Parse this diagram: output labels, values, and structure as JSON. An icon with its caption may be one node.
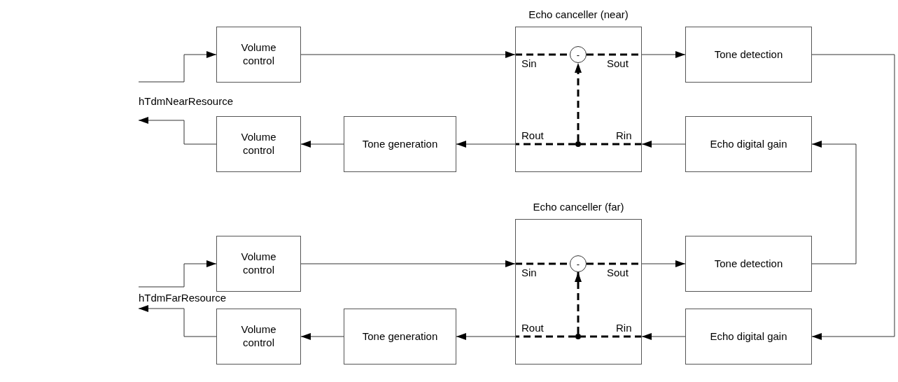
{
  "diagram": {
    "nodes": [
      {
        "text": [
          "hTdmNearResource"
        ]
      },
      {
        "text": [
          "Volume control"
        ]
      },
      {
        "text": [
          "Echo canceller (near)",
          "Sin",
          "Sout",
          "Rout",
          "Rin"
        ]
      },
      {
        "text": [
          "-"
        ],
        "in": 2
      },
      {
        "text": [],
        "shape": "circle",
        "in": 2
      },
      {
        "text": [
          "Tone detection"
        ]
      },
      {
        "text": [
          "Volume control"
        ]
      },
      {
        "text": [
          "Tone generation"
        ]
      },
      {
        "text": [
          "Echo digital gain"
        ]
      },
      {
        "text": [
          "hTdmFarResource"
        ]
      },
      {
        "text": [
          "Volume control"
        ]
      },
      {
        "text": [
          "Echo canceller (far)",
          "Sin",
          "Sout",
          "Rout",
          "Rin"
        ]
      },
      {
        "text": [
          "-"
        ],
        "in": 11
      },
      {
        "text": [],
        "shape": "circle",
        "in": 11
      },
      {
        "text": [
          "Tone detection"
        ]
      },
      {
        "text": [
          "Volume control"
        ]
      },
      {
        "text": [
          "Tone generation"
        ]
      },
      {
        "text": [
          "Echo digital gain"
        ]
      }
    ],
    "edges": [
      {
        "from": 0,
        "to": 1,
        "arrow": "to"
      },
      {
        "from": 1,
        "to": 2,
        "arrow": "to"
      },
      {
        "from": 2,
        "to": 3,
        "arrow": "none",
        "style": "dashed"
      },
      {
        "from": 3,
        "to": 2,
        "arrow": "none",
        "style": "dashed"
      },
      {
        "from": 2,
        "to": 5,
        "arrow": "to"
      },
      {
        "from": 8,
        "to": 2,
        "arrow": "to"
      },
      {
        "from": 2,
        "to": 4,
        "arrow": "none",
        "style": "dashed"
      },
      {
        "from": 4,
        "to": 2,
        "arrow": "none",
        "style": "dashed"
      },
      {
        "from": 4,
        "to": 3,
        "arrow": "to",
        "style": "dashed"
      },
      {
        "from": 2,
        "to": 7,
        "arrow": "to"
      },
      {
        "from": 7,
        "to": 6,
        "arrow": "to"
      },
      {
        "from": 6,
        "to": 0,
        "arrow": "to"
      },
      {
        "from": 9,
        "to": 10,
        "arrow": "to"
      },
      {
        "from": 10,
        "to": 11,
        "arrow": "to"
      },
      {
        "from": 11,
        "to": 12,
        "arrow": "none",
        "style": "dashed"
      },
      {
        "from": 12,
        "to": 11,
        "arrow": "none",
        "style": "dashed"
      },
      {
        "from": 11,
        "to": 14,
        "arrow": "to"
      },
      {
        "from": 17,
        "to": 11,
        "arrow": "to"
      },
      {
        "from": 11,
        "to": 13,
        "arrow": "none",
        "style": "dashed"
      },
      {
        "from": 13,
        "to": 11,
        "arrow": "none",
        "style": "dashed"
      },
      {
        "from": 13,
        "to": 12,
        "arrow": "to",
        "style": "dashed"
      },
      {
        "from": 11,
        "to": 16,
        "arrow": "to"
      },
      {
        "from": 16,
        "to": 15,
        "arrow": "to"
      },
      {
        "from": 15,
        "to": 9,
        "arrow": "to"
      },
      {
        "from": 5,
        "to": 17,
        "arrow": "to"
      },
      {
        "from": 14,
        "to": 8,
        "arrow": "to"
      }
    ]
  }
}
